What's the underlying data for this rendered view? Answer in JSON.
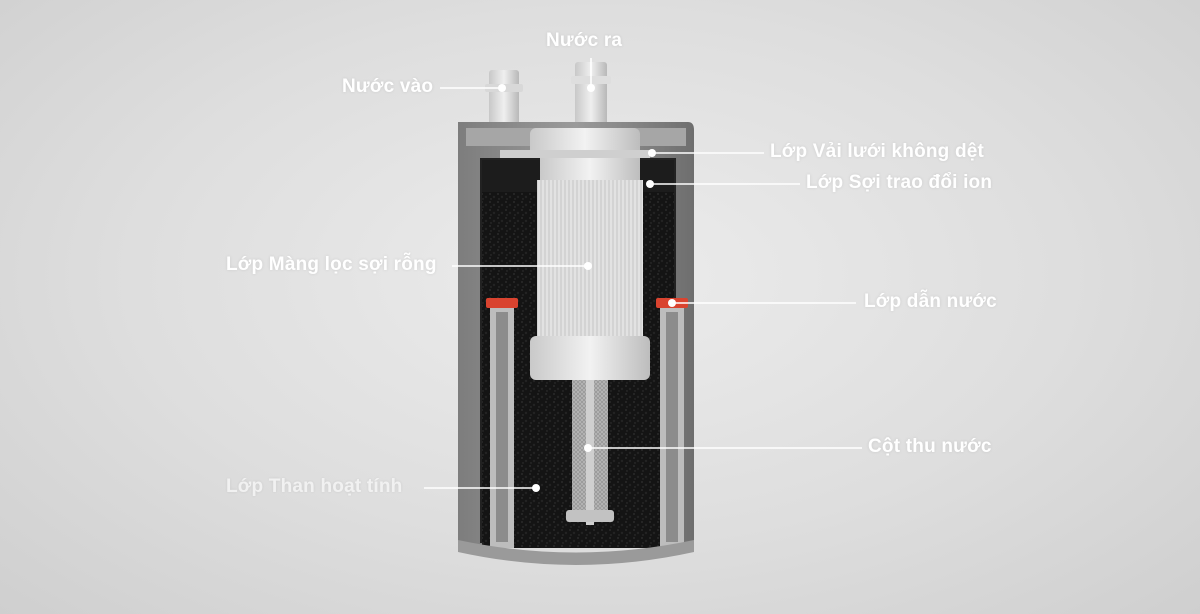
{
  "diagram": {
    "labels": {
      "outlet": "Nước ra",
      "inlet": "Nước vào",
      "nonwoven": "Lớp Vải lưới không dệt",
      "ion_fiber": "Lớp Sợi trao đổi ion",
      "hollow_fiber": "Lớp Màng lọc sợi rỗng",
      "water_guide": "Lớp dẫn nước",
      "collector": "Cột thu nước",
      "carbon": "Lớp Than hoạt tính"
    },
    "colors": {
      "background": "#dedede",
      "label": "#ffffff",
      "leader_line": "#ffffff",
      "housing": "#8a8a8a",
      "carbon": "#151515",
      "membrane": "#e8e8e8",
      "gasket": "#d9432f"
    }
  }
}
